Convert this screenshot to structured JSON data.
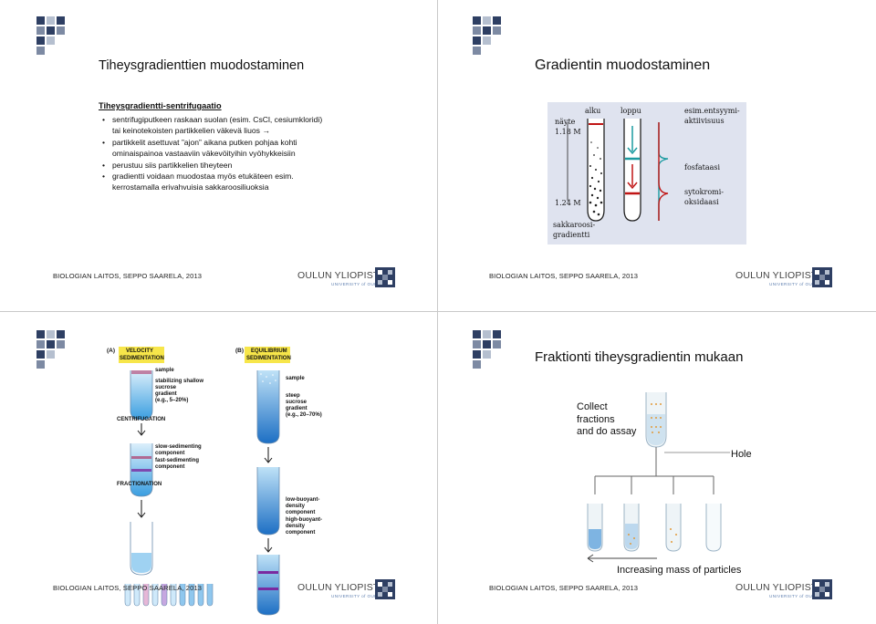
{
  "slide1": {
    "title": "Tiheysgradienttien muodostaminen",
    "heading": "Tiheysgradientti-sentrifugaatio",
    "bullets": [
      "sentrifugiputkeen raskaan suolan (esim. CsCl, cesiumkloridi) tai keinotekoisten partikkelien väkevä liuos →",
      "partikkelit asettuvat ”ajon” aikana putken pohjaa kohti ominaispainoa vastaaviin väkevöityihin vyöhykkeisiin",
      "perustuu siis partikkelien tiheyteen",
      "gradientti voidaan muodostaa myös etukäteen esim. kerrostamalla erivahvuisia sakkaroosiliuoksia"
    ]
  },
  "slide2": {
    "title": "Gradientin muodostaminen",
    "figure": {
      "label_start": "alku",
      "label_end": "loppu",
      "label_sample": "näyte",
      "conc_top": "1.18 M",
      "conc_bottom": "1.24 M",
      "label_gradient_1": "sakkaroosi-",
      "label_gradient_2": "gradientti",
      "label_activity_1": "esim.entsyymi-",
      "label_activity_2": "aktiivisuus",
      "label_enzyme_1": "fosfataasi",
      "label_enzyme_2_1": "sytokromi-",
      "label_enzyme_2_2": "oksidaasi"
    }
  },
  "slide3": {
    "panel_a_letter": "(A)",
    "panel_a_title_1": "VELOCITY",
    "panel_a_title_2": "SEDIMENTATION",
    "panel_b_letter": "(B)",
    "panel_b_title_1": "EQUILIBRIUM",
    "panel_b_title_2": "SEDIMENTATION",
    "a_sample": "sample",
    "a_gradient_1": "stabilizing shallow",
    "a_gradient_2": "sucrose",
    "a_gradient_3": "gradient",
    "a_gradient_4": "(e.g., 5–20%)",
    "centrifugation": "CENTRIFUGATION",
    "slow_1": "slow-sedimenting",
    "slow_2": "component",
    "fast_1": "fast-sedimenting",
    "fast_2": "component",
    "fractionation": "FRACTIONATION",
    "b_sample": "sample",
    "b_gradient_1": "steep",
    "b_gradient_2": "sucrose",
    "b_gradient_3": "gradient",
    "b_gradient_4": "(e.g., 20–70%)",
    "low_1": "low-buoyant-",
    "low_2": "density",
    "low_3": "component",
    "high_1": "high-buoyant-",
    "high_2": "density",
    "high_3": "component"
  },
  "slide4": {
    "title": "Fraktionti tiheysgradientin mukaan",
    "collect_1": "Collect",
    "collect_2": "fractions",
    "collect_3": "and do assay",
    "hole": "Hole",
    "increasing": "Increasing mass of particles"
  },
  "footer": {
    "text": "BIOLOGIAN LAITOS, SEPPO SAARELA, 2013",
    "logo_main": "OULUN YLIOPISTO",
    "logo_sub": "UNIVERSITY of OULU"
  },
  "colors": {
    "logo_dark": "#2e3f63",
    "logo_mid": "#7d8aa3",
    "logo_light": "#b5bfcf",
    "tube_blue": "#2c8fd6",
    "label_yellow": "#f7e64a",
    "activity_red": "#c01515",
    "activity_cyan": "#1a9aa0"
  }
}
